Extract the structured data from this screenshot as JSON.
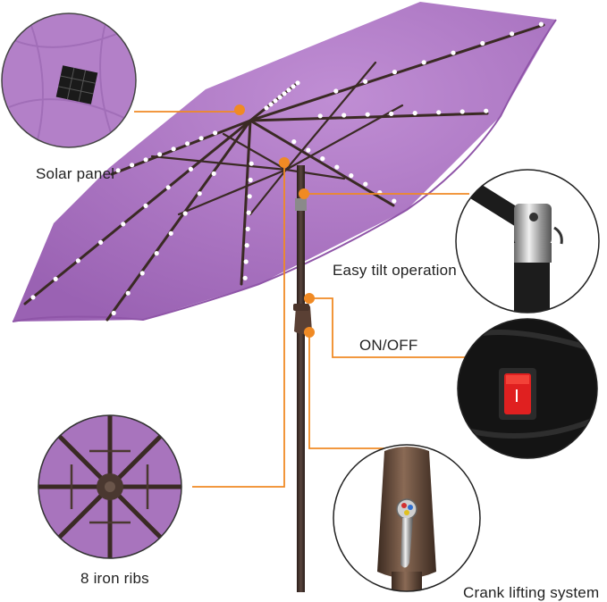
{
  "image": {
    "background": "#ffffff",
    "canopy_color": "#b07ac6",
    "frame_color": "#3a2a24",
    "leader_color": "#f08a24",
    "switch_color": "#e02020"
  },
  "callouts": [
    {
      "id": "solar",
      "label": "Solar panel",
      "icon": "solar-panel-icon"
    },
    {
      "id": "tilt",
      "label": "Easy tilt operation",
      "icon": "tilt-joint-icon"
    },
    {
      "id": "onoff",
      "label": "ON/OFF",
      "icon": "power-switch-icon"
    },
    {
      "id": "ribs",
      "label": "8 iron ribs",
      "icon": "ribs-hub-icon"
    },
    {
      "id": "crank",
      "label": "Crank lifting system",
      "icon": "crank-handle-icon"
    }
  ]
}
